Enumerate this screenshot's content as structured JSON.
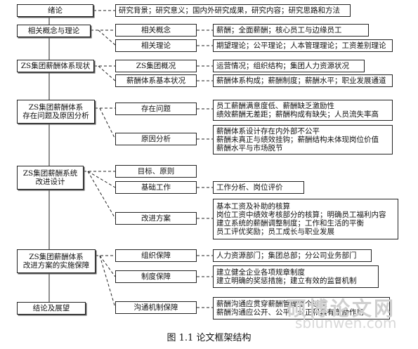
{
  "main": [
    {
      "text": "绪论"
    },
    {
      "text": "相关概念与理论"
    },
    {
      "text": "ZS集团薪酬体系现状"
    },
    {
      "lines": [
        "ZS集团薪酬体系",
        "存在问题及原因分析"
      ]
    },
    {
      "lines": [
        "ZS集团薪酬系统",
        "改进设计"
      ]
    },
    {
      "lines": [
        "ZS集团薪酬体系",
        "改进方案的实施保障"
      ]
    },
    {
      "text": "结论及展望"
    }
  ],
  "intro_detail": "研究背景；研究意义；国内外研究成果，研究内容；研究思路和方法",
  "mids": [
    "相关概念",
    "相关理论",
    "ZS集团概况",
    "薪酬体系基本状况",
    "存在问题",
    "原因分析",
    "目标、原则",
    "基础工作",
    "改进方案",
    "组织保障",
    "制度保障",
    "沟通机制保障"
  ],
  "details": [
    {
      "lines": [
        "薪酬；全面薪酬；核心员工与边缘员工"
      ]
    },
    {
      "lines": [
        "期望理论；公平理论；人本管理理论；工资差别理论"
      ]
    },
    {
      "lines": [
        "运营情况；组织结构；集团人力资源状况"
      ]
    },
    {
      "lines": [
        "薪酬体系构成；薪酬制度；薪酬水平；职业发展通道"
      ]
    },
    {
      "lines": [
        "员工薪酬满意度低、薪酬缺乏激励性",
        "绩效薪酬无差距；薪酬构成有缺失；人员流失率高"
      ]
    },
    {
      "lines": [
        "薪酬体系设计存在内外部不公平",
        "薪酬未真正与绩效挂钩；薪酬结构未体现岗位价值",
        "薪酬水平与市场脱节"
      ]
    },
    {
      "lines": [
        "工作分析、岗位评价"
      ]
    },
    {
      "lines": [
        "基本工资及补助的核算",
        "岗位工资中绩效考核部分的核算；明确员工福利内容",
        "建立系统的薪酬调整制度；工作和生活的平衡",
        "员工评优奖励；员工成长与职业发展"
      ]
    },
    {
      "lines": [
        "人力资源部门；集团总部；分公司业务部门"
      ]
    },
    {
      "lines": [
        "建立健全企业各项规章制度",
        "建立明确的奖惩措施；建立有效的监督机制"
      ]
    },
    {
      "lines": [
        "薪酬沟通应贯穿薪酬管理整个过程",
        "薪酬沟通应公开、公平、公正和具有激励作用"
      ]
    }
  ],
  "caption": "图 1.1  论文框架结构",
  "watermark": {
    "brand": "硕博论文网",
    "url": "sblunwen.com"
  }
}
